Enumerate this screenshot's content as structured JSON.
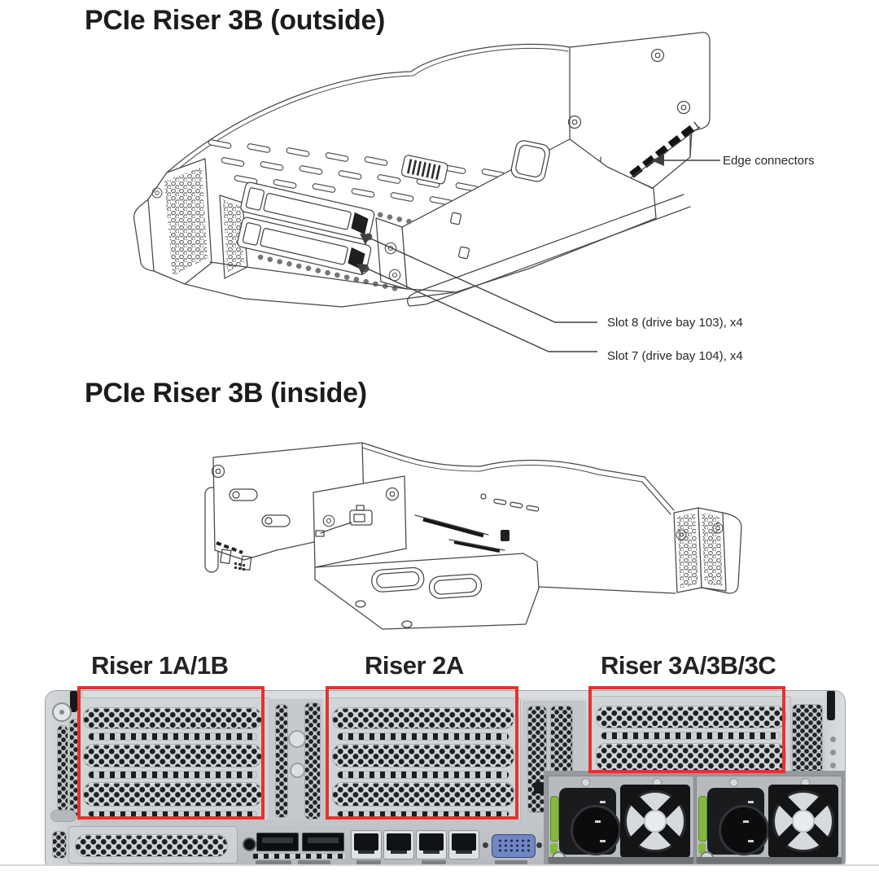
{
  "outside_figure": {
    "title": "PCIe Riser 3B (outside)",
    "callouts": {
      "edge_connectors": "Edge connectors",
      "slot8": "Slot 8 (drive bay 103), x4",
      "slot7": "Slot 7 (drive bay 104), x4"
    }
  },
  "inside_figure": {
    "title": "PCIe Riser 3B (inside)"
  },
  "rear_panel": {
    "riser_labels": [
      {
        "text": "Riser 1A/1B"
      },
      {
        "text": "Riser 2A"
      },
      {
        "text": "Riser 3A/3B/3C"
      }
    ],
    "highlight_color": "#e2342e"
  },
  "colors": {
    "line_art": "#474747",
    "chassis_gray": "#c9cdd1",
    "psu_clip_green": "#84b93e",
    "vga_blue": "#7287c1",
    "background": "#ffffff"
  }
}
